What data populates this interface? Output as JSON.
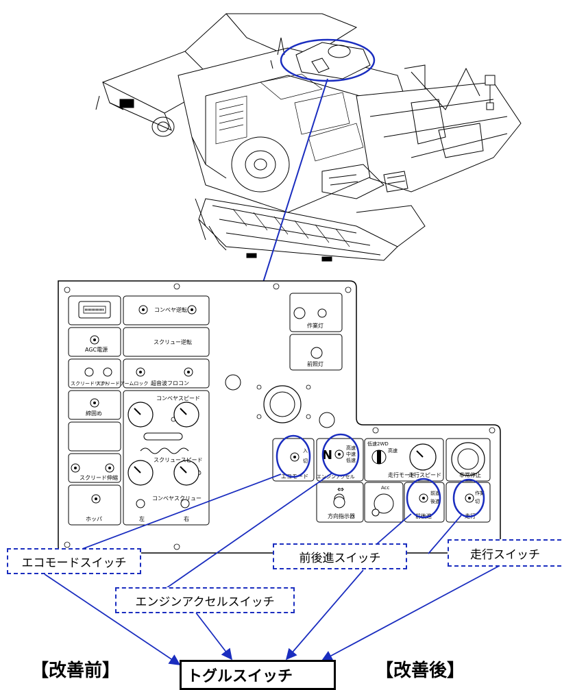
{
  "callouts": {
    "eco_mode": "エコモードスイッチ",
    "forward_reverse": "前後進スイッチ",
    "travel": "走行スイッチ",
    "engine_accel": "エンジンアクセルスイッチ"
  },
  "bottom": {
    "before": "【改善前】",
    "toggle_switch": "トグルスイッチ",
    "after": "【改善後】"
  },
  "panel_labels": {
    "conveyor_reverse": "コンベヤ逆転",
    "screw_reverse": "スクリュー逆転",
    "agc_power": "AGC電源",
    "screed_lift": "スクリードリフト",
    "screed_arm_lock": "スクリードアームロック",
    "ultrasonic_flocon": "超音波フロコン",
    "compaction": "締固め",
    "conveyor_speed": "コンベヤスピード",
    "screw_speed": "スクリュースピード",
    "screed_extend": "スクリード伸縮",
    "hopper": "ホッパ",
    "conveyor_screw": "コンベヤスクリュー",
    "left": "左",
    "right": "右",
    "work_light": "作業灯",
    "front_light": "前照灯",
    "eco_mode_short": "エコモード",
    "engine_accel_short": "エンジンアクセル",
    "travel_mode": "走行モード",
    "travel_speed": "走行スピード",
    "emergency_stop": "非常停止",
    "direction_indicator": "方向指示器",
    "forward_reverse_short": "前後進",
    "travel_short": "走行",
    "on": "入",
    "off": "切",
    "high_speed": "高速",
    "mid_speed": "中速",
    "low_speed": "低速",
    "forward": "前進",
    "reverse": "後進",
    "low_speed_2wd": "低速2WD",
    "high_speed_4wd": "高速",
    "work": "作業",
    "acc": "Acc"
  },
  "colors": {
    "callout_blue": "#1a2dbf",
    "line_black": "#000000"
  }
}
